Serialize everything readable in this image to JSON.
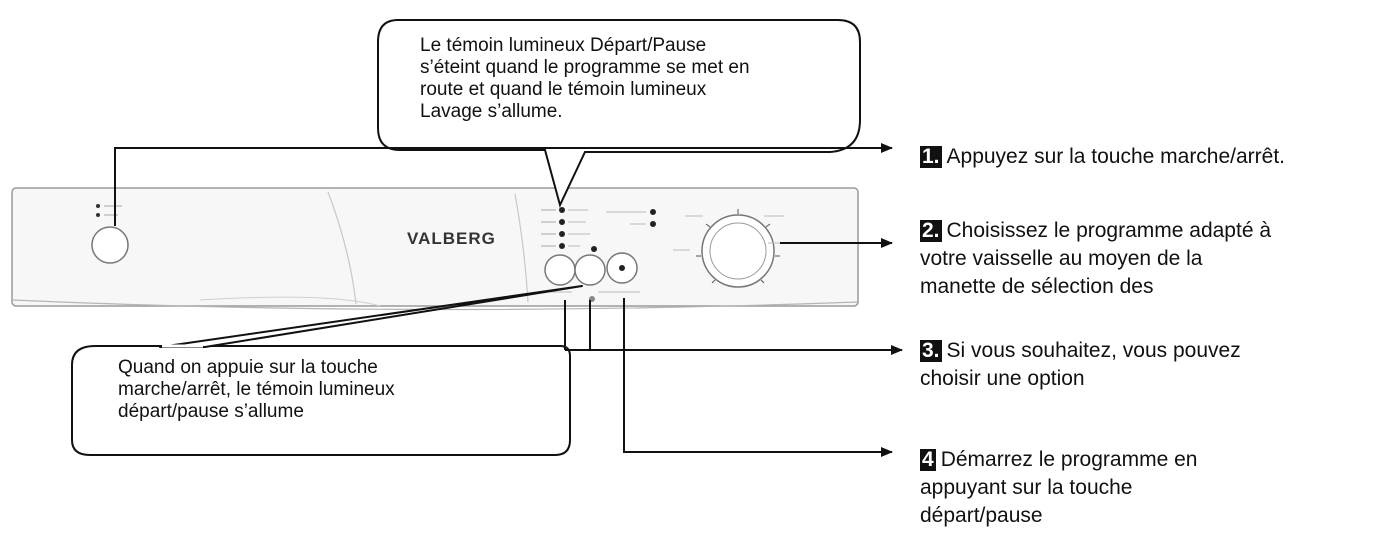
{
  "brand": "VALBERG",
  "callout_top": {
    "lines": [
      "Le témoin lumineux Départ/Pause",
      "s’éteint quand le programme se met en",
      "route et quand le témoin lumineux",
      "Lavage s’allume."
    ]
  },
  "callout_bottom": {
    "lines": [
      "Quand on appuie sur la touche",
      "marche/arrêt, le témoin lumineux",
      "départ/pause s’allume"
    ]
  },
  "steps": [
    {
      "num": "1.",
      "lines": [
        "Appuyez sur la touche marche/arrêt."
      ]
    },
    {
      "num": "2.",
      "lines": [
        "Choisissez le programme adapté à",
        "votre vaisselle au moyen de la",
        "manette de sélection des"
      ]
    },
    {
      "num": "3.",
      "lines": [
        "Si vous souhaitez, vous pouvez",
        "choisir une option"
      ]
    },
    {
      "num": "4",
      "lines": [
        "Démarrez  le programme en",
        "appuyant sur la touche",
        "départ/pause"
      ]
    }
  ],
  "colors": {
    "line": "#111111",
    "panel": "#f7f7f7",
    "panel_stroke": "#9a9a9a"
  }
}
